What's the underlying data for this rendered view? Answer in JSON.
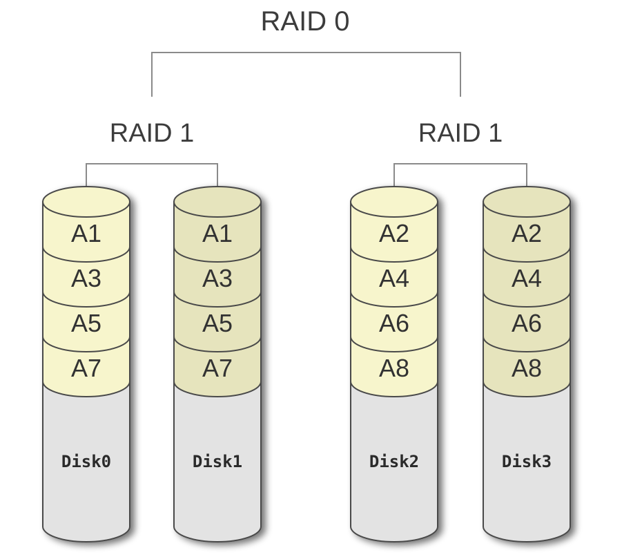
{
  "top_label": "RAID 0",
  "groups": [
    {
      "label": "RAID 1",
      "disks": [
        {
          "name": "Disk0",
          "blocks": [
            "A1",
            "A3",
            "A5",
            "A7"
          ],
          "fill": "#f7f5cc"
        },
        {
          "name": "Disk1",
          "blocks": [
            "A1",
            "A3",
            "A5",
            "A7"
          ],
          "fill": "#e6e4bd"
        }
      ]
    },
    {
      "label": "RAID 1",
      "disks": [
        {
          "name": "Disk2",
          "blocks": [
            "A2",
            "A4",
            "A6",
            "A8"
          ],
          "fill": "#f7f5cc"
        },
        {
          "name": "Disk3",
          "blocks": [
            "A2",
            "A4",
            "A6",
            "A8"
          ],
          "fill": "#e6e4bd"
        }
      ]
    }
  ],
  "colors": {
    "disk_body": "#e3e3e3",
    "outline": "#4a4a4a",
    "connector": "#8a8a8a"
  }
}
